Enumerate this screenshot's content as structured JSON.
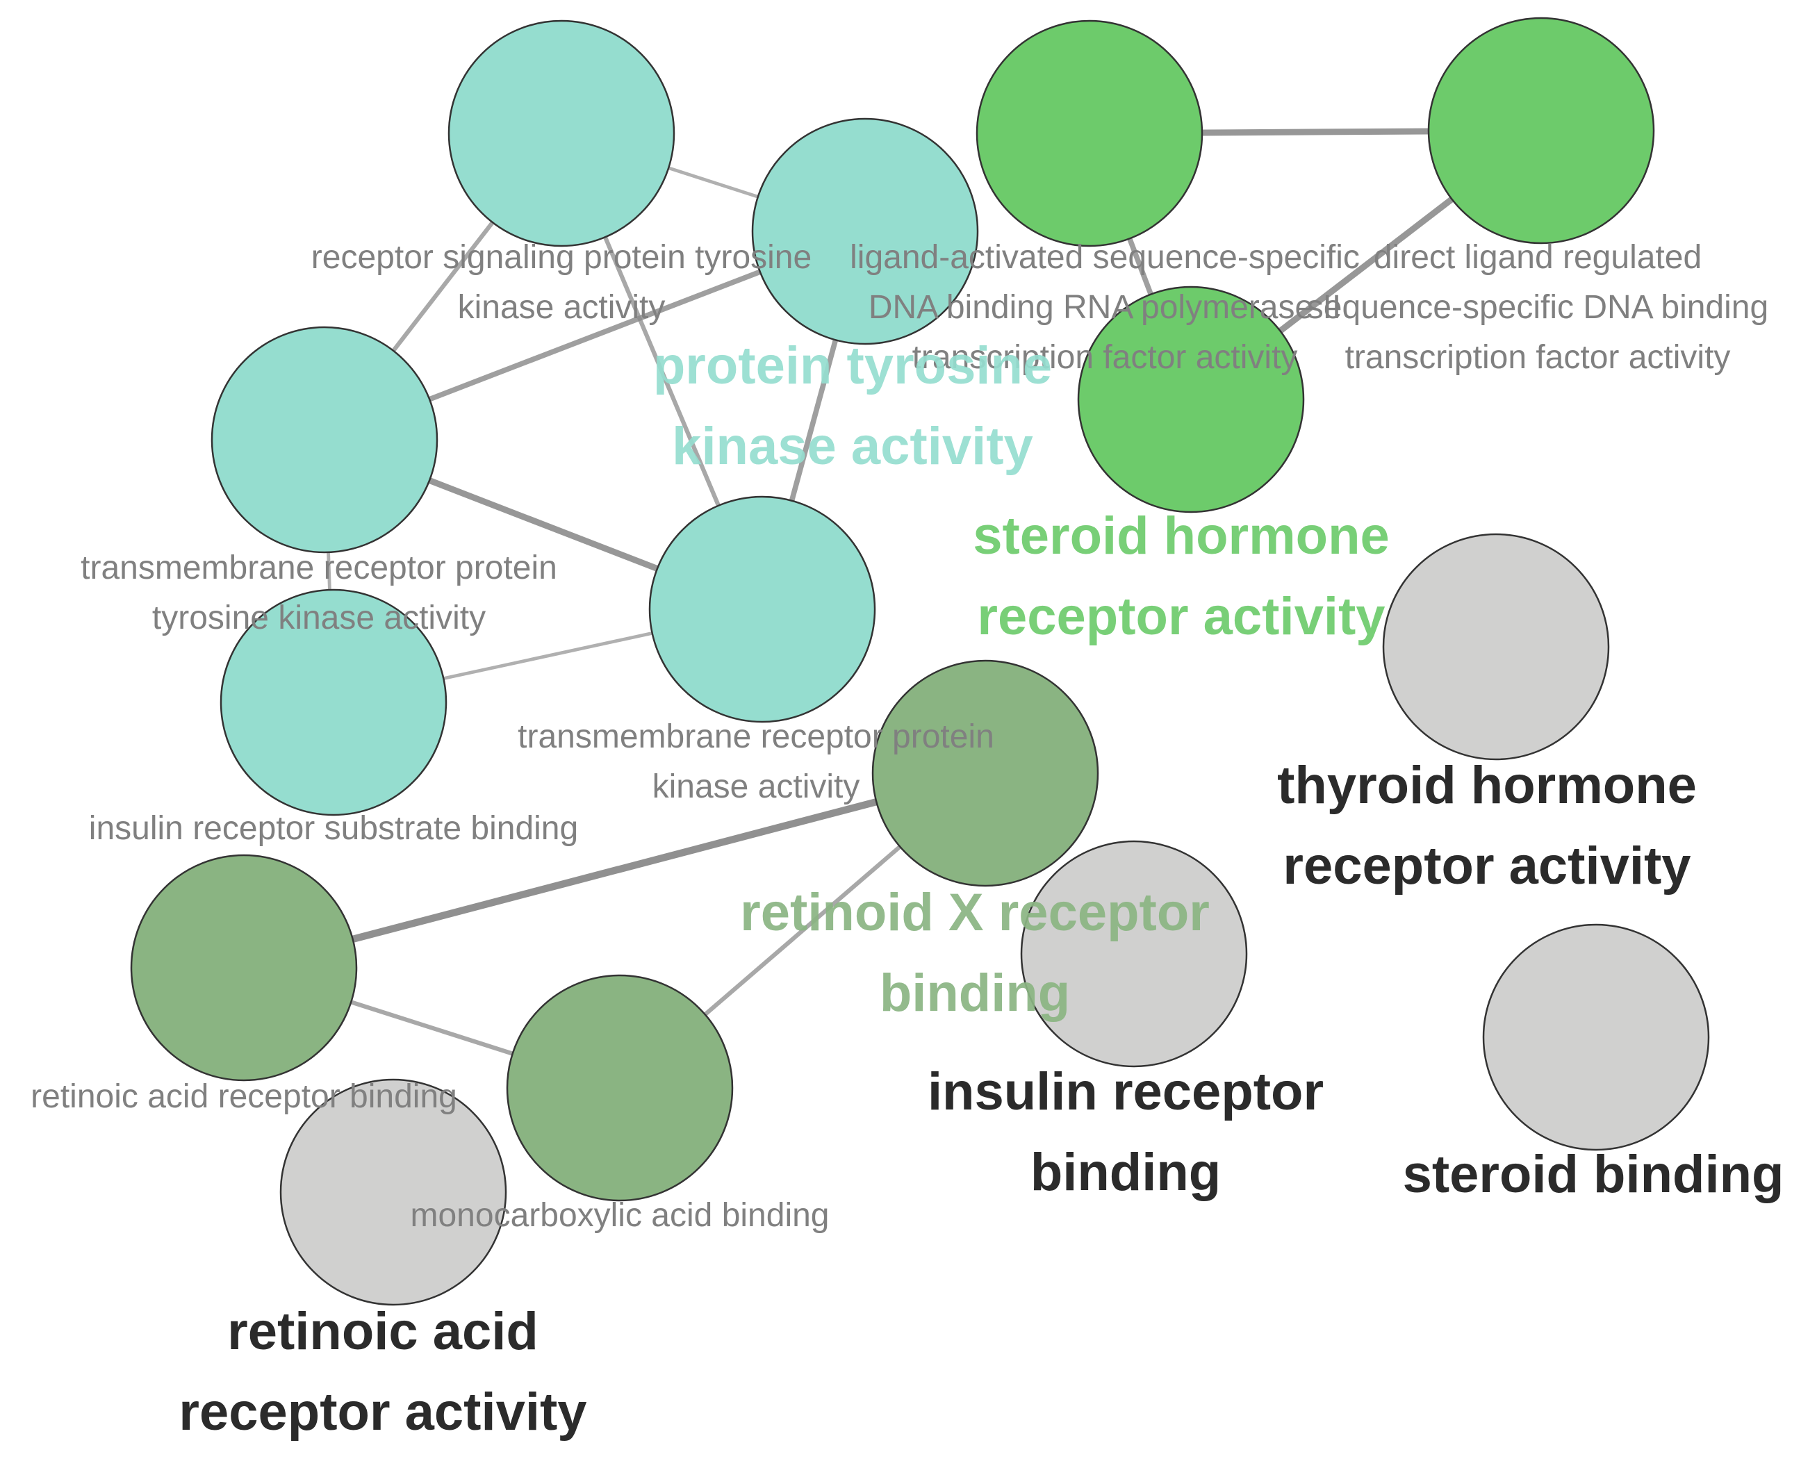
{
  "colors": {
    "protein_tyrosine_kinase": "#95ddcf",
    "steroid_hormone": "#6dcb6b",
    "retinoid_x": "#8ab482",
    "ungrouped": "#d0d0cf",
    "node_label": "#808080",
    "ungrouped_label": "#2b2b2b",
    "edge": "#8c8c8c"
  },
  "nodes": [
    {
      "id": "n1",
      "label_lines": [
        "receptor signaling protein tyrosine",
        "kinase activity"
      ],
      "group": "protein_tyrosine_kinase"
    },
    {
      "id": "n2",
      "label_lines": [
        "ligand-activated sequence-specific",
        "DNA binding RNA polymerase II",
        "transcription factor activity"
      ],
      "group": "protein_tyrosine_kinase"
    },
    {
      "id": "n3",
      "label_lines": [
        "transmembrane receptor protein",
        "tyrosine kinase activity"
      ],
      "group": "protein_tyrosine_kinase"
    },
    {
      "id": "n4",
      "label_lines": [
        "transmembrane receptor protein",
        "kinase activity"
      ],
      "group": "protein_tyrosine_kinase"
    },
    {
      "id": "n5",
      "label_lines": [
        "insulin receptor substrate binding"
      ],
      "group": "protein_tyrosine_kinase"
    },
    {
      "id": "n6",
      "label_lines": [],
      "group": "steroid_hormone"
    },
    {
      "id": "n7",
      "label_lines": [
        "direct ligand regulated",
        "sequence-specific DNA binding",
        "transcription factor activity"
      ],
      "group": "steroid_hormone"
    },
    {
      "id": "n8",
      "label_lines": [],
      "group": "steroid_hormone"
    },
    {
      "id": "n9",
      "label_lines": [],
      "group": "retinoid_x"
    },
    {
      "id": "n10",
      "label_lines": [
        "retinoic acid receptor binding"
      ],
      "group": "retinoid_x"
    },
    {
      "id": "n11",
      "label_lines": [
        "monocarboxylic acid binding"
      ],
      "group": "retinoid_x"
    },
    {
      "id": "n12",
      "label_lines": [],
      "group": "ungrouped"
    },
    {
      "id": "n13",
      "label_lines": [],
      "group": "ungrouped"
    },
    {
      "id": "n14",
      "label_lines": [],
      "group": "ungrouped"
    },
    {
      "id": "n15",
      "label_lines": [],
      "group": "ungrouped"
    }
  ],
  "edges": [
    {
      "source": "n1",
      "target": "n2",
      "weight": 2
    },
    {
      "source": "n1",
      "target": "n3",
      "weight": 3
    },
    {
      "source": "n1",
      "target": "n4",
      "weight": 3
    },
    {
      "source": "n2",
      "target": "n3",
      "weight": 4
    },
    {
      "source": "n2",
      "target": "n4",
      "weight": 4
    },
    {
      "source": "n3",
      "target": "n4",
      "weight": 5
    },
    {
      "source": "n3",
      "target": "n5",
      "weight": 2
    },
    {
      "source": "n5",
      "target": "n4",
      "weight": 2
    },
    {
      "source": "n6",
      "target": "n7",
      "weight": 5
    },
    {
      "source": "n6",
      "target": "n8",
      "weight": 4
    },
    {
      "source": "n7",
      "target": "n8",
      "weight": 5
    },
    {
      "source": "n9",
      "target": "n10",
      "weight": 6
    },
    {
      "source": "n9",
      "target": "n11",
      "weight": 3
    },
    {
      "source": "n10",
      "target": "n11",
      "weight": 3
    }
  ],
  "group_labels": [
    {
      "id": "g-protein-tyrosine",
      "lines": [
        "protein tyrosine",
        "kinase activity"
      ],
      "group": "protein_tyrosine_kinase"
    },
    {
      "id": "g-steroid-hormone",
      "lines": [
        "steroid hormone",
        "receptor activity"
      ],
      "group": "steroid_hormone"
    },
    {
      "id": "g-retinoid-x",
      "lines": [
        "retinoid X receptor",
        "binding"
      ],
      "group": "retinoid_x"
    },
    {
      "id": "g-thyroid",
      "lines": [
        "thyroid hormone",
        "receptor activity"
      ],
      "group": "ungrouped"
    },
    {
      "id": "g-insulin-receptor",
      "lines": [
        "insulin receptor",
        "binding"
      ],
      "group": "ungrouped"
    },
    {
      "id": "g-steroid-binding",
      "lines": [
        "steroid binding"
      ],
      "group": "ungrouped"
    },
    {
      "id": "g-retinoic-acid",
      "lines": [
        "retinoic acid",
        "receptor activity"
      ],
      "group": "ungrouped"
    }
  ]
}
